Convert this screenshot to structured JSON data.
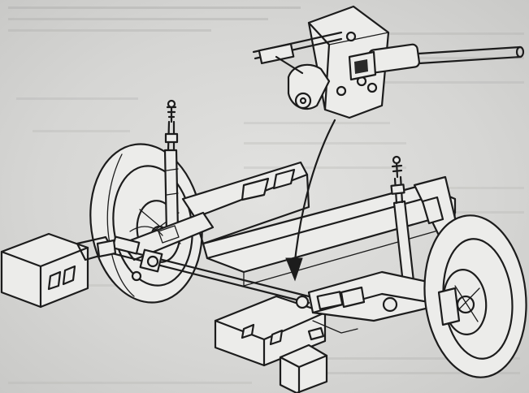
{
  "figure": {
    "kind": "technical-line-drawing",
    "subject_icons": [
      "front-suspension-assembly-illustration",
      "detail-inset-steering-linkage",
      "callout-arrow"
    ],
    "colors": {
      "paper": "#d6d6d4",
      "ink": "#1c1c1c",
      "bleed_through": "#b3b3b1"
    }
  }
}
